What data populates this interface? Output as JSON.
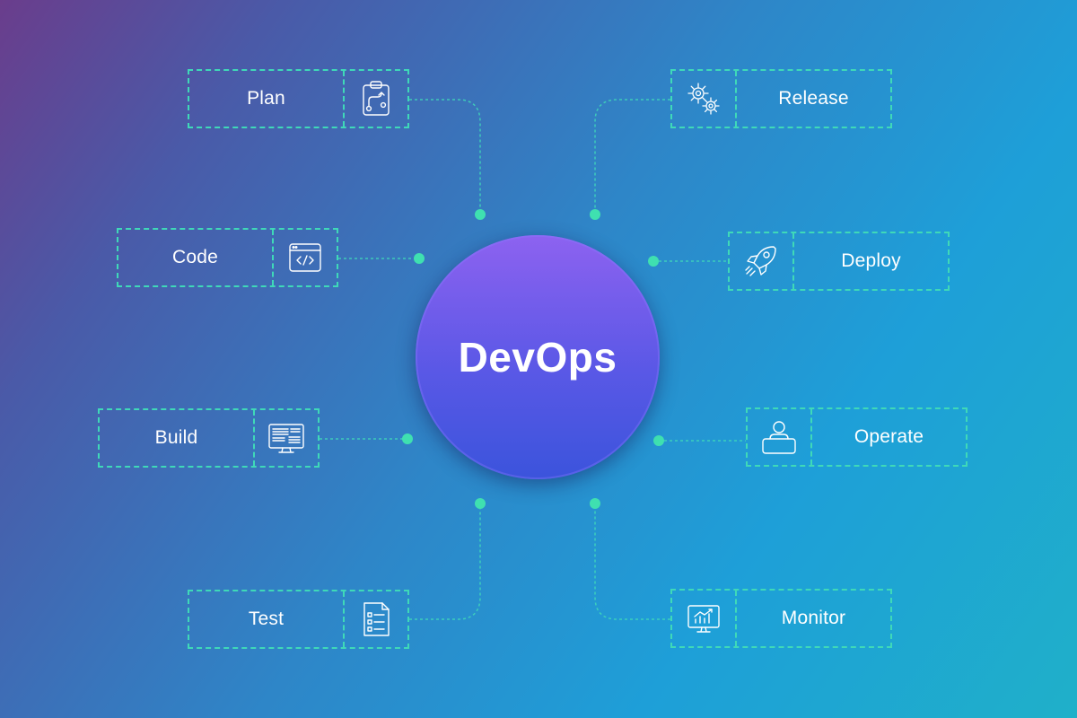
{
  "hub": {
    "title": "DevOps"
  },
  "stages": {
    "plan": "Plan",
    "code": "Code",
    "build": "Build",
    "test": "Test",
    "release": "Release",
    "deploy": "Deploy",
    "operate": "Operate",
    "monitor": "Monitor"
  },
  "icons": {
    "plan": "clipboard-flow-icon",
    "code": "code-window-icon",
    "build": "build-monitor-icon",
    "test": "checklist-icon",
    "release": "gears-icon",
    "deploy": "rocket-icon",
    "operate": "operator-icon",
    "monitor": "chart-monitor-icon"
  },
  "colors": {
    "accent": "#3fd9b8",
    "hub_top": "#8d62f0",
    "hub_bottom": "#3b54dc"
  }
}
